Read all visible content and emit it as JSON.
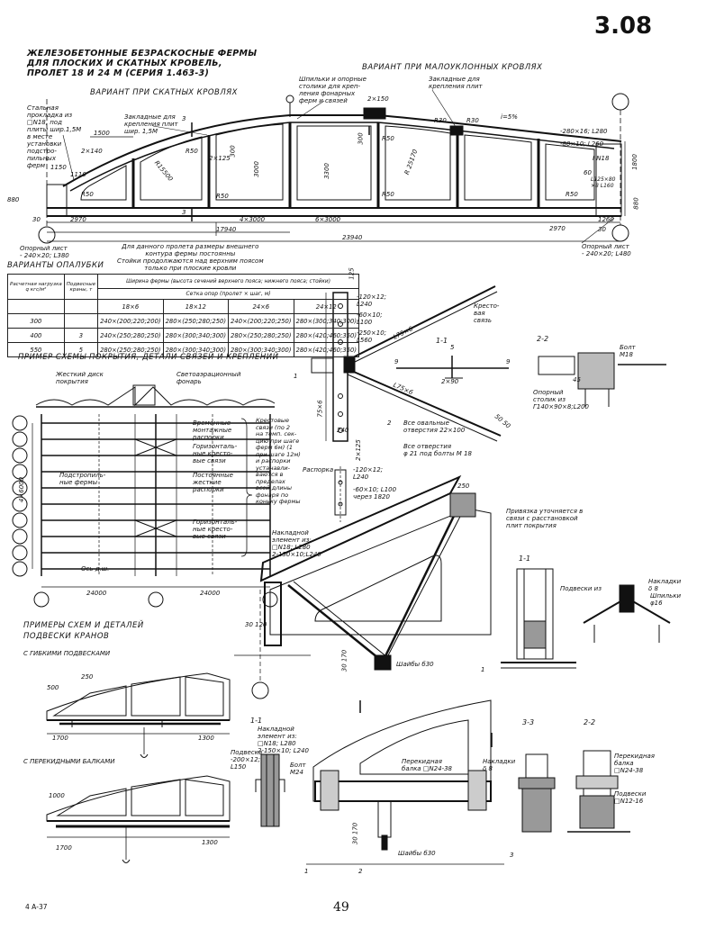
{
  "sheet": {
    "number": "3.08",
    "page_number": "49",
    "footer_code": "4 А-37"
  },
  "title": {
    "line1": "ЖЕЛЕЗОБЕТОННЫЕ БЕЗРАСКОСНЫЕ ФЕРМЫ",
    "line2": "ДЛЯ ПЛОСКИХ И СКАТНЫХ КРОВЕЛЬ,",
    "line3": "ПРОЛЕТ 18 И 24 М (СЕРИЯ 1.463-3)"
  },
  "elevation": {
    "variant_flat": "ВАРИАНТ ПРИ МАЛОУКЛОННЫХ КРОВЛЯХ",
    "variant_pitched": "ВАРИАНТ ПРИ СКАТНЫХ КРОВЛЯХ",
    "note_steel_plate": "Стальная\nпрокладка из\n□N18, под\nплиты шир.1,5М\nв месте\nустановки\nподстро-\nпильных\nферм",
    "note_embedded_left": "Закладные для\nкрепления плит\nшир. 1,5М",
    "note_studs": "Шпильки и опорные\nстолики для креп-\nления фонарных\nферм и связей",
    "note_embedded_right": "Закладные для\nкрепления плит",
    "note_support_left": "Опорный лист\n- 240×20; L380",
    "note_support_right": "Опорный лист\n- 240×20; L480",
    "note_center": "Для данного пролета размеры внешнего\nконтура фермы постоянны\nСтойки продолжаются над верхним поясом\nтолько при плоские кровли",
    "dims": {
      "d1500": "1500",
      "d2x140": "2×140",
      "d1150": "1150",
      "d1110": "1110",
      "d880_left": "880",
      "d2970_left": "2970",
      "d30_left": "30",
      "r50_1": "R50",
      "r50_2": "R50",
      "r50_3": "R50",
      "r50_4": "R50",
      "r50_5": "R50",
      "r50_6": "R50",
      "r15500": "R15500",
      "r25170": "R 25170",
      "d2x125": "2×125",
      "d300_a": "300",
      "d300_b": "300",
      "d3000": "3000",
      "d3300": "3300",
      "d4x3000": "4×3000",
      "d6x3000": "6×3000",
      "d17940": "17940",
      "d23940": "23940",
      "d2x150": "2×150",
      "r30_1": "R30",
      "r30_2": "R30",
      "slope": "i=5%",
      "p280": "-280×16; L280",
      "p80": "-80×10; L260",
      "n18": "I N18",
      "d1800": "1800",
      "d880_right": "880",
      "d2970_right": "2970",
      "d1260": "1260",
      "d30_right": "30",
      "d60": "60",
      "p125": "L125×80\n×8 L160",
      "s3a": "3",
      "s3b": "3"
    }
  },
  "formwork_table": {
    "title": "ВАРИАНТЫ ОПАЛУБКИ",
    "col_load": "Расчетная нагрузка\nq кгс/м²",
    "col_crane": "Подвесные\nкраны, т",
    "col_width_header": "Ширина фермы (высота сечений верхнего пояса; нижнего пояса; стойки)",
    "col_grid_header": "Сетка опор (пролет × шаг, м)",
    "grids": [
      "18×6",
      "18×12",
      "24×6",
      "24×12"
    ],
    "rows": [
      {
        "load": "300",
        "crane": "",
        "v1": "240×(200;220;200)",
        "v2": "280×(250;280;250)",
        "v3": "240×(200;220;250)",
        "v4": "280×(300;340;300)"
      },
      {
        "load": "400",
        "crane": "3",
        "v1": "240×(250;280;250)",
        "v2": "280×(300;340;300)",
        "v3": "280×(250;280;250)",
        "v4": "280×(420;460;350)"
      },
      {
        "load": "550",
        "crane": "5",
        "v1": "280×(250;280;250)",
        "v2": "280×(300;340;300)",
        "v3": "280×(300;340;300)",
        "v4": "280×(420;460;350)"
      }
    ]
  },
  "roof_scheme": {
    "title": "ПРИМЕР СХЕМЫ ПОКРЫТИЯ, ДЕТАЛИ СВЯЗЕЙ И КРЕПЛЕНИЙ",
    "label_disk": "Жесткий диск\nпокрытия",
    "label_lantern": "Светоаэрационный\nфонарь",
    "label_temp": "Временные\nмонтажные\nраспорки",
    "label_horiz1": "Горизонталь-\nные кресто-\nвые связи",
    "label_subtruss": "Подстропиль-\nные фермы",
    "label_perm": "Постоянные\nжесткие\nраспорки",
    "label_horiz2": "Горизонталь-\nные кресто-\nвые связи",
    "label_axis": "Ось д.ш.",
    "label_cross": "Крестовые\nсвязи (по 2\nна темп. сек-\nцию при шаге\nферм 6м) (1\nпри шаге 12м)\nи распорки\nустанавли-\nваются в\nпределах\nвсей длины\nфонаря по\nконьку фермы",
    "dim_24x6000": "4×6000",
    "dim_24000a": "24000",
    "dim_24000b": "24000"
  },
  "bracing_detail": {
    "dim_125": "125",
    "p120": "-120×12;\nL240",
    "p60": "-60×10;\nL100",
    "p250": "-250×10;\nL560",
    "angle_top": "L75×6",
    "angle_bot": "L75×6",
    "label_cross": "Кресто-\nвая\nсвязь",
    "section_11": "1-1",
    "section_22": "2-2",
    "bolt": "Болт\nМ18",
    "dim_2x90": "2×90",
    "dim_5": "5",
    "dim_9a": "9",
    "dim_9b": "9",
    "support_table": "Опорный\nстолик из\nГ140×90×8;L200",
    "dim_45": "45",
    "oval_holes": "Все овальные\nотверстия 22×100",
    "round_holes": "Все отверстия\nφ 21 под болты М 18",
    "dim_50_50": "50 50",
    "dim_2x125": "2×125",
    "dim_240": "240",
    "dim_75x6": "75×6",
    "strut": "Распорка",
    "p120b": "-120×12;\nL240",
    "p60b": "-60×10; L100\nчерез 1820",
    "n1": "1",
    "n2": "2"
  },
  "node_detail": {
    "dim_250": "250",
    "tie_note": "Привязка уточняется в\nсвязи с расстановкой\nплит покрытия",
    "overlay": "Накладной\nэлемент из:\n□N18; L280\n2-150×10;L240",
    "washers": "Шайбы б30",
    "dim_30_120": "30 120",
    "dim_30_170": "30 170",
    "n1": "1"
  },
  "section_right": {
    "section": "1-1",
    "hangers": "Подвески из",
    "plates": "Накладки\nδ 8",
    "studs": "Шпильки\nφ16"
  },
  "crane_schemes": {
    "title1": "ПРИМЕРЫ СХЕМ И ДЕТАЛЕЙ",
    "title2": "ПОДВЕСКИ КРАНОВ",
    "flex": "С ГИБКИМИ ПОДВЕСКАМИ",
    "beams": "С ПЕРЕКИДНЫМИ БАЛКАМИ",
    "dim_250": "250",
    "dim_500": "500",
    "dim_1700a": "1700",
    "dim_1300a": "1300",
    "dim_1000": "1000",
    "dim_1700b": "1700",
    "dim_1300b": "1300"
  },
  "hanger_details": {
    "sec11": "1-1",
    "overlay": "Накладной\nэлемент из:\n□N18; L280\n2-150×10; L240",
    "hanger": "Подвеска\n-200×12;\nL150",
    "bolt": "Болт\nМ24",
    "beam": "Перекидная\nбалка □N24-38",
    "plates": "Накладки\nδ 8",
    "washers": "Шайбы б30",
    "sec33": "3-3",
    "sec22": "2-2",
    "beam2": "Перекидная\nбалка\n□N24-38",
    "hangers2": "Подвески\n□N12-16",
    "dim_30_170": "30 170",
    "n1": "1",
    "n2": "2",
    "n3": "3"
  }
}
